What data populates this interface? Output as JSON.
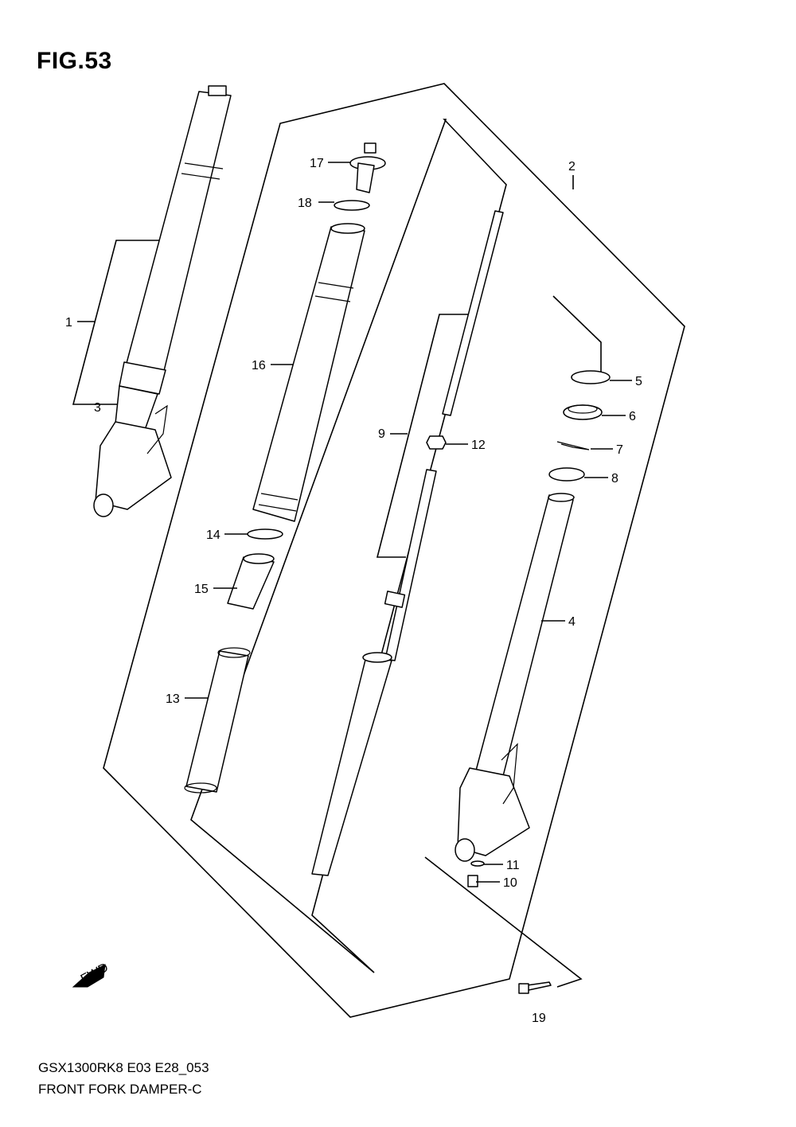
{
  "figure": {
    "title": "FIG.53"
  },
  "footer": {
    "model_code": "GSX1300RK8 E03 E28_053",
    "diagram_name": "FRONT FORK DAMPER-C"
  },
  "callouts": {
    "c1": "1",
    "c2": "2",
    "c3": "3",
    "c4": "4",
    "c5": "5",
    "c6": "6",
    "c7": "7",
    "c8": "8",
    "c9": "9",
    "c10": "10",
    "c11": "11",
    "c12": "12",
    "c13": "13",
    "c14": "14",
    "c15": "15",
    "c16": "16",
    "c17": "17",
    "c18": "18",
    "c19": "19"
  },
  "fwd_badge": {
    "text": "FWD",
    "icon": "forward-arrow-icon"
  }
}
